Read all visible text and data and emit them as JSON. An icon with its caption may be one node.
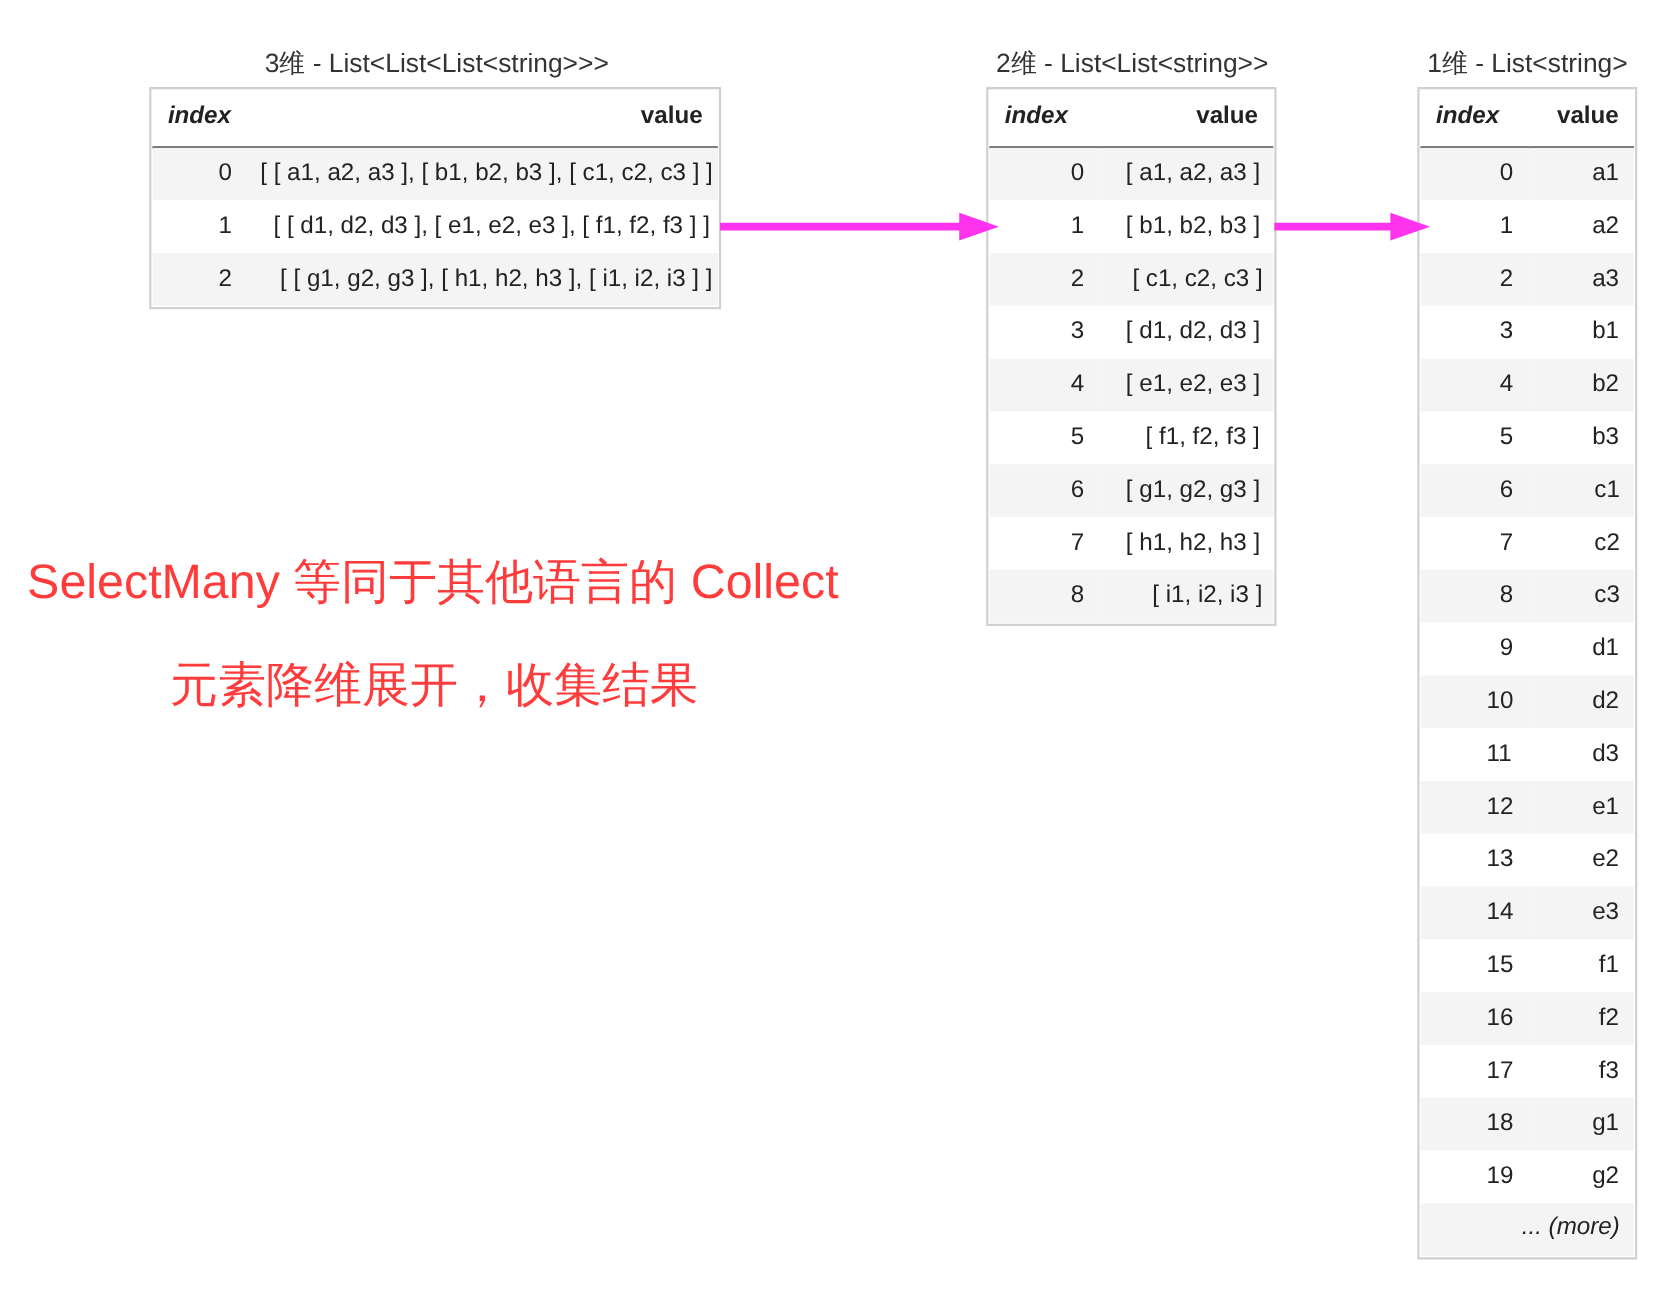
{
  "diagram": {
    "nodes": [
      {
        "text": [
          "3维 - List<List<List<string>>>",
          "index",
          "value",
          "0",
          "[ [ a1, a2, a3 ], [ b1, b2, b3 ], [ c1, c2, c3 ] ]",
          "1",
          "[ [ d1, d2, d3 ], [ e1, e2, e3 ], [ f1, f2, f3 ] ]",
          "2",
          "[ [ g1, g2, g3 ], [ h1, h2, h3 ], [ i1, i2, i3 ] ]"
        ]
      },
      {
        "text": [
          "2维 - List<List<string>>",
          "index",
          "value",
          "0",
          "[ a1, a2, a3 ]",
          "1",
          "[ b1, b2, b3 ]",
          "2",
          "[ c1, c2, c3 ]",
          "3",
          "[ d1, d2, d3 ]",
          "4",
          "[ e1, e2, e3 ]",
          "5",
          "[ f1, f2, f3 ]",
          "6",
          "[ g1, g2, g3 ]",
          "7",
          "[ h1, h2, h3 ]",
          "8",
          "[ i1, i2, i3 ]"
        ]
      },
      {
        "text": [
          "1维 - List<string>",
          "index",
          "value",
          "0",
          "a1",
          "1",
          "a2",
          "2",
          "a3",
          "3",
          "b1",
          "4",
          "b2",
          "5",
          "b3",
          "6",
          "c1",
          "7",
          "c2",
          "8",
          "c3",
          "9",
          "d1",
          "10",
          "d2",
          "11",
          "d3",
          "12",
          "e1",
          "13",
          "e2",
          "14",
          "e3",
          "15",
          "f1",
          "16",
          "f2",
          "17",
          "f3",
          "18",
          "g1",
          "19",
          "g2",
          "... (more)"
        ]
      }
    ],
    "edges": [
      {
        "from": 0,
        "to": 1,
        "arrow": "to"
      },
      {
        "from": 1,
        "to": 2,
        "arrow": "to"
      }
    ],
    "labels": [
      "SelectMany 等同于其他语言的 Collect",
      "元素降维展开，收集结果"
    ]
  }
}
